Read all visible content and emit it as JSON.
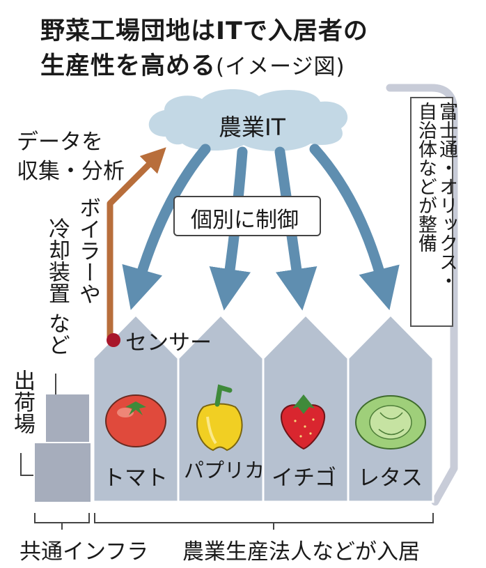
{
  "title": {
    "line1": "野菜工場団地はITで入居者の",
    "line2": "生産性を高める",
    "suffix": "(イメージ図)"
  },
  "cloud": {
    "label": "農業IT"
  },
  "data_collect": {
    "line1": "データを",
    "line2": "収集・分析"
  },
  "control": {
    "label": "個別に制御"
  },
  "equipment": {
    "line1": "ボイラーや",
    "line2": "冷却装置",
    "line3": "など"
  },
  "sensor": {
    "line1": "センサー"
  },
  "shipping": {
    "label": "出荷場"
  },
  "maintainer": {
    "line1": "富士通・オリックス・",
    "line2": "自治体などが整備"
  },
  "crops": [
    {
      "name": "トマト"
    },
    {
      "name": "パプリカ"
    },
    {
      "name": "イチゴ"
    },
    {
      "name": "レタス"
    }
  ],
  "bottom": {
    "left": "共通インフラ",
    "right": "農業生産法人などが入居"
  },
  "colors": {
    "cloud": "#c3d8e5",
    "arrow_blue": "#5f8eb0",
    "arrow_orange": "#b86e3b",
    "building": "#b6c1d0",
    "infra": "#a6adbc",
    "sensor": "#a8162a",
    "rail": "#c8ccd8"
  },
  "icons": [
    "tomato-icon",
    "paprika-icon",
    "strawberry-icon",
    "lettuce-icon"
  ]
}
